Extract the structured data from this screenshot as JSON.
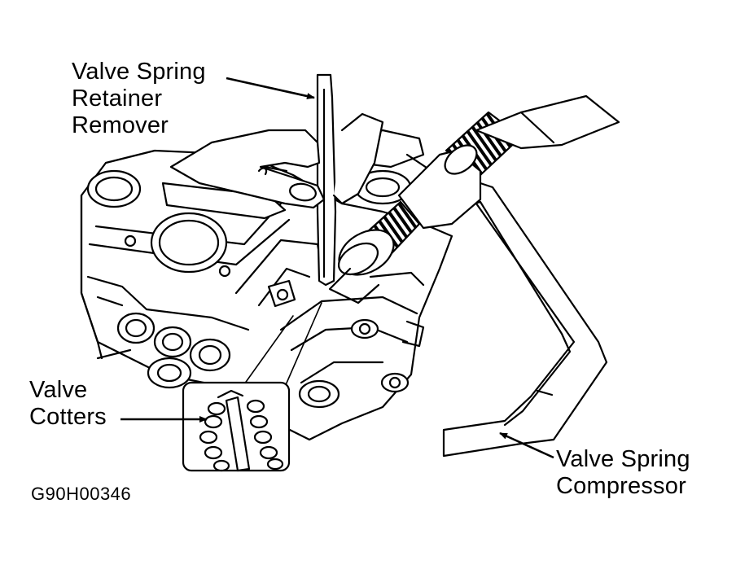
{
  "labels": {
    "retainer_remover": [
      "Valve Spring",
      "Retainer",
      "Remover"
    ],
    "cotters": [
      "Valve",
      "Cotters"
    ],
    "compressor": [
      "Valve Spring",
      "Compressor"
    ]
  },
  "figure_code": "G90H00346",
  "colors": {
    "ink": "#000000",
    "paper": "#ffffff"
  }
}
